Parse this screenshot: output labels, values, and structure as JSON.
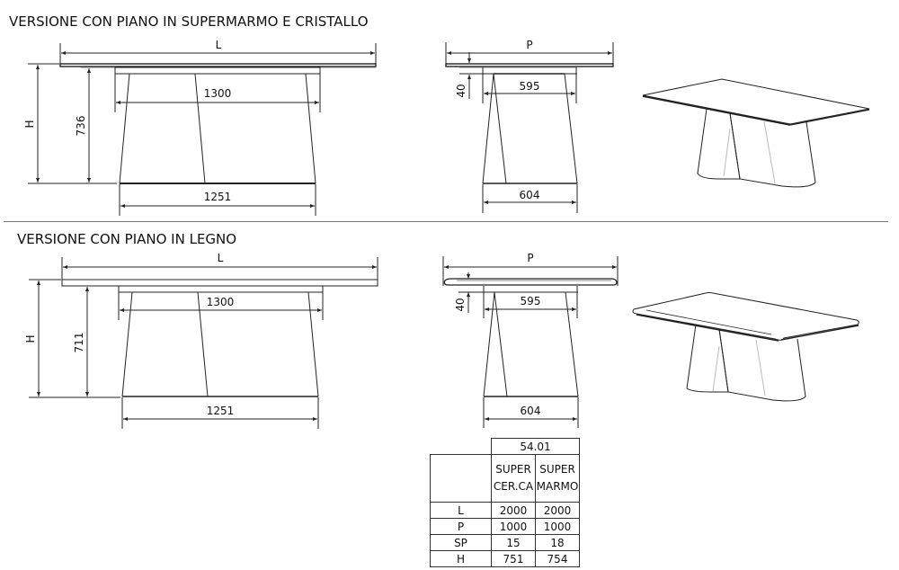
{
  "sections": [
    {
      "title": "VERSIONE CON PIANO IN SUPERMARMO E CRISTALLO",
      "front_view": {
        "length_label": "L",
        "height_label": "H",
        "base_height": "736",
        "base_top_width": "1300",
        "base_bottom_width": "1251"
      },
      "side_view": {
        "depth_label": "P",
        "top_thickness": "40",
        "base_top_width": "595",
        "base_bottom_width": "604"
      }
    },
    {
      "title": "VERSIONE CON PIANO IN LEGNO",
      "front_view": {
        "length_label": "L",
        "height_label": "H",
        "base_height": "711",
        "base_top_width": "1300",
        "base_bottom_width": "1251"
      },
      "side_view": {
        "depth_label": "P",
        "top_thickness": "40",
        "base_top_width": "595",
        "base_bottom_width": "604"
      }
    }
  ],
  "spec_table": {
    "model_code": "54.01",
    "columns": [
      {
        "line1": "SUPER",
        "line2": "CER.CA"
      },
      {
        "line1": "SUPER",
        "line2": "MARMO"
      }
    ],
    "rows": [
      {
        "label": "L",
        "values": [
          "2000",
          "2000"
        ]
      },
      {
        "label": "P",
        "values": [
          "1000",
          "1000"
        ]
      },
      {
        "label": "SP",
        "values": [
          "15",
          "18"
        ]
      },
      {
        "label": "H",
        "values": [
          "751",
          "754"
        ]
      }
    ]
  },
  "colors": {
    "line": "#222222",
    "hidden_line": "#bbbbbb",
    "divider": "#777777"
  }
}
